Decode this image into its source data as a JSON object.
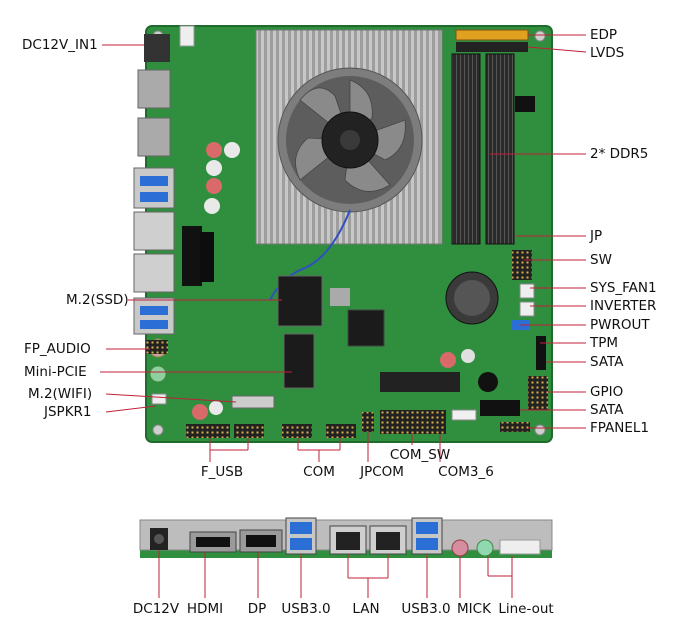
{
  "labels": {
    "left": {
      "dc12v_in1": "DC12V_IN1",
      "m2_ssd": "M.2(SSD)",
      "fp_audio": "FP_AUDIO",
      "mini_pcie": "Mini-PCIE",
      "m2_wifi": "M.2(WIFI)",
      "jspkr1": "JSPKR1"
    },
    "right": {
      "edp": "EDP",
      "lvds": "LVDS",
      "ddr5": "2* DDR5",
      "jp": "JP",
      "sw": "SW",
      "sys_fan1": "SYS_FAN1",
      "inverter": "INVERTER",
      "pwrout": "PWROUT",
      "tpm": "TPM",
      "sata1": "SATA",
      "gpio": "GPIO",
      "sata2": "SATA",
      "fpanel1": "FPANEL1"
    },
    "bottom_board": {
      "f_usb": "F_USB",
      "com": "COM",
      "jpcom": "JPCOM",
      "com_sw": "COM_SW",
      "com3_6": "COM3_6"
    },
    "io_panel": {
      "dc12v": "DC12V",
      "hdmi": "HDMI",
      "dp": "DP",
      "usb30_a": "USB3.0",
      "lan": "LAN",
      "usb30_b": "USB3.0",
      "mick": "MICK",
      "line_out": "Line-out"
    }
  },
  "colors": {
    "pcb": "#2f8f3f",
    "pcb_dark": "#1f6b2c",
    "leader_line": "#c0203a",
    "heatsink": "#b9b9b9",
    "usb_blue": "#2b6fd6"
  }
}
